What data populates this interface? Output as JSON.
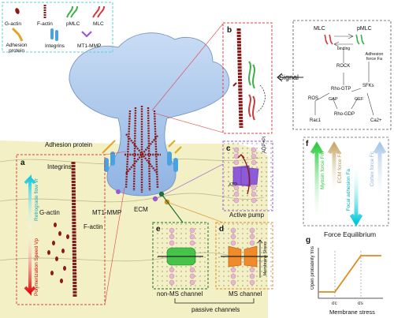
{
  "legend": {
    "items": [
      {
        "label": "G-actin",
        "icon": "g-actin-icon"
      },
      {
        "label": "F-actin",
        "icon": "f-actin-icon"
      },
      {
        "label": "pMLC",
        "icon": "pmlc-icon"
      },
      {
        "label": "MLC",
        "icon": "mlc-icon"
      },
      {
        "label": "Adhesion protein",
        "icon": "adhesion-protein-icon"
      },
      {
        "label": "Integrins",
        "icon": "integrin-icon"
      },
      {
        "label": "MT1-MMP",
        "icon": "mt1-mmp-icon"
      }
    ]
  },
  "labels": {
    "adhesion_protein": "Adhesion protein",
    "integrins": "Integrins",
    "mt1_mmp": "MT1-MMP",
    "ecm": "ECM",
    "g_actin": "G-actin",
    "f_actin": "F-actin",
    "retrograde_flow": "Retrograde flow Vr",
    "polymerization_speed": "Polymerization Speed Vp",
    "signal": "Signal",
    "active_pump": "Active pump",
    "adp_pi": "ADP+Pi",
    "atp": "ATP",
    "non_ms_channel": "non-MS channel",
    "ms_channel": "MS channel",
    "membrane_stress": "Membrane Stress",
    "passive_channels": "passive channels",
    "force_equilibrium": "Force Equilibrium"
  },
  "panels": [
    "a",
    "b",
    "c",
    "d",
    "e",
    "f",
    "g"
  ],
  "signaling": {
    "nodes": [
      "MLC",
      "pMLC",
      "binding",
      "ROCK",
      "Adhesion force Fa",
      "Rho-GTP",
      "SFKs",
      "ROS",
      "GAP",
      "GEF",
      "Rac1",
      "Rho-GDP",
      "Ca2+"
    ]
  },
  "forces": [
    "Myosin force Fm",
    "ECM force Fe",
    "Cortex force Fc",
    "Focal adhesion Fa"
  ],
  "graph_g": {
    "ylabel": "Open probability fms",
    "xlabel": "Membrane stress",
    "x_ticks": [
      "σc",
      "σs"
    ]
  },
  "colors": {
    "actin": "#8b1a1a",
    "pmlc": "#3cb043",
    "mlc": "#d03a3a",
    "cell": "#a9c6ec",
    "ecm_bg": "#f2f0c4",
    "myosin_force": "#2ecc40",
    "ecm_force": "#c9a96e",
    "cortex_force": "#a9c8e8",
    "focal_force": "#00c8d8",
    "graph_line": "#e08a1e"
  }
}
